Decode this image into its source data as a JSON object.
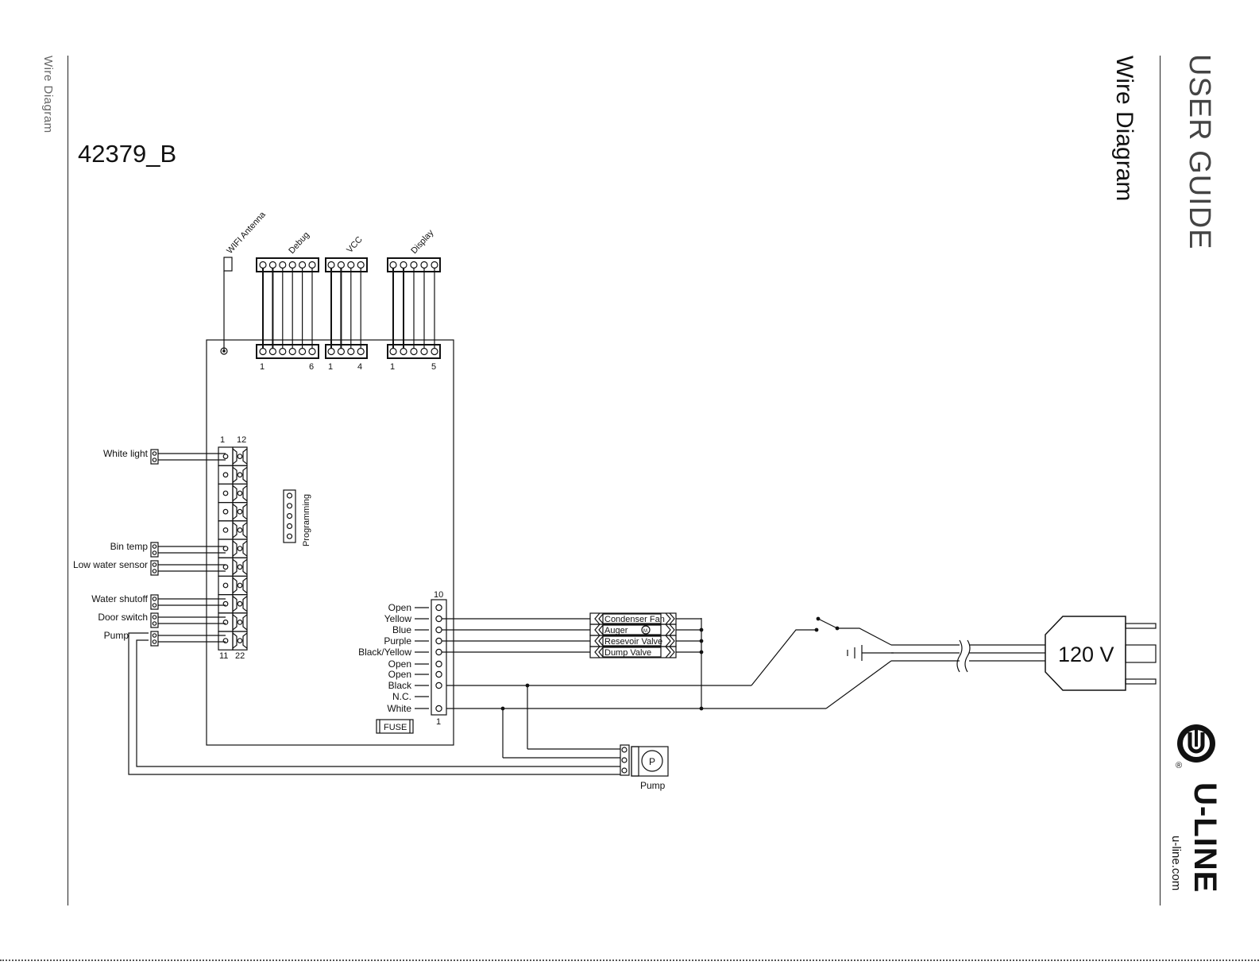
{
  "page": {
    "side_label_left": "Wire Diagram",
    "side_title_right": "Wire Diagram",
    "guide_title": "USER GUIDE",
    "doc_id": "42379_B",
    "brand_name": "U-LINE",
    "brand_url": "u-line.com",
    "registered_mark": "®"
  },
  "diagram": {
    "header_connectors": {
      "wifi": "WIFI Antenna",
      "debug": "Debug",
      "vcc": "VCC",
      "display": "Display"
    },
    "header_pin_numbers": {
      "debug_first": "1",
      "debug_last": "6",
      "vcc_first": "1",
      "vcc_last": "4",
      "display_first": "1",
      "display_last": "5"
    },
    "left_block_numbers": {
      "top_left": "1",
      "top_right": "12",
      "bottom_left": "11",
      "bottom_right": "22"
    },
    "left_devices": [
      "White light",
      "Bin temp",
      "Low water sensor",
      "Water shutoff",
      "Door switch",
      "Pump"
    ],
    "programming_label": "Programming",
    "right_block_top": "10",
    "right_block_bottom": "1",
    "right_terminals": [
      "Open",
      "Yellow",
      "Blue",
      "Purple",
      "Black/Yellow",
      "Open",
      "Open",
      "Black",
      "N.C.",
      "White"
    ],
    "fuse_label": "FUSE",
    "loads": [
      "Condenser Fan",
      "Auger",
      "Resevoir Valve",
      "Dump Valve"
    ],
    "auger_motor_symbol": "M",
    "pump_symbol": "P",
    "pump_label": "Pump",
    "plug_label": "120 V"
  }
}
